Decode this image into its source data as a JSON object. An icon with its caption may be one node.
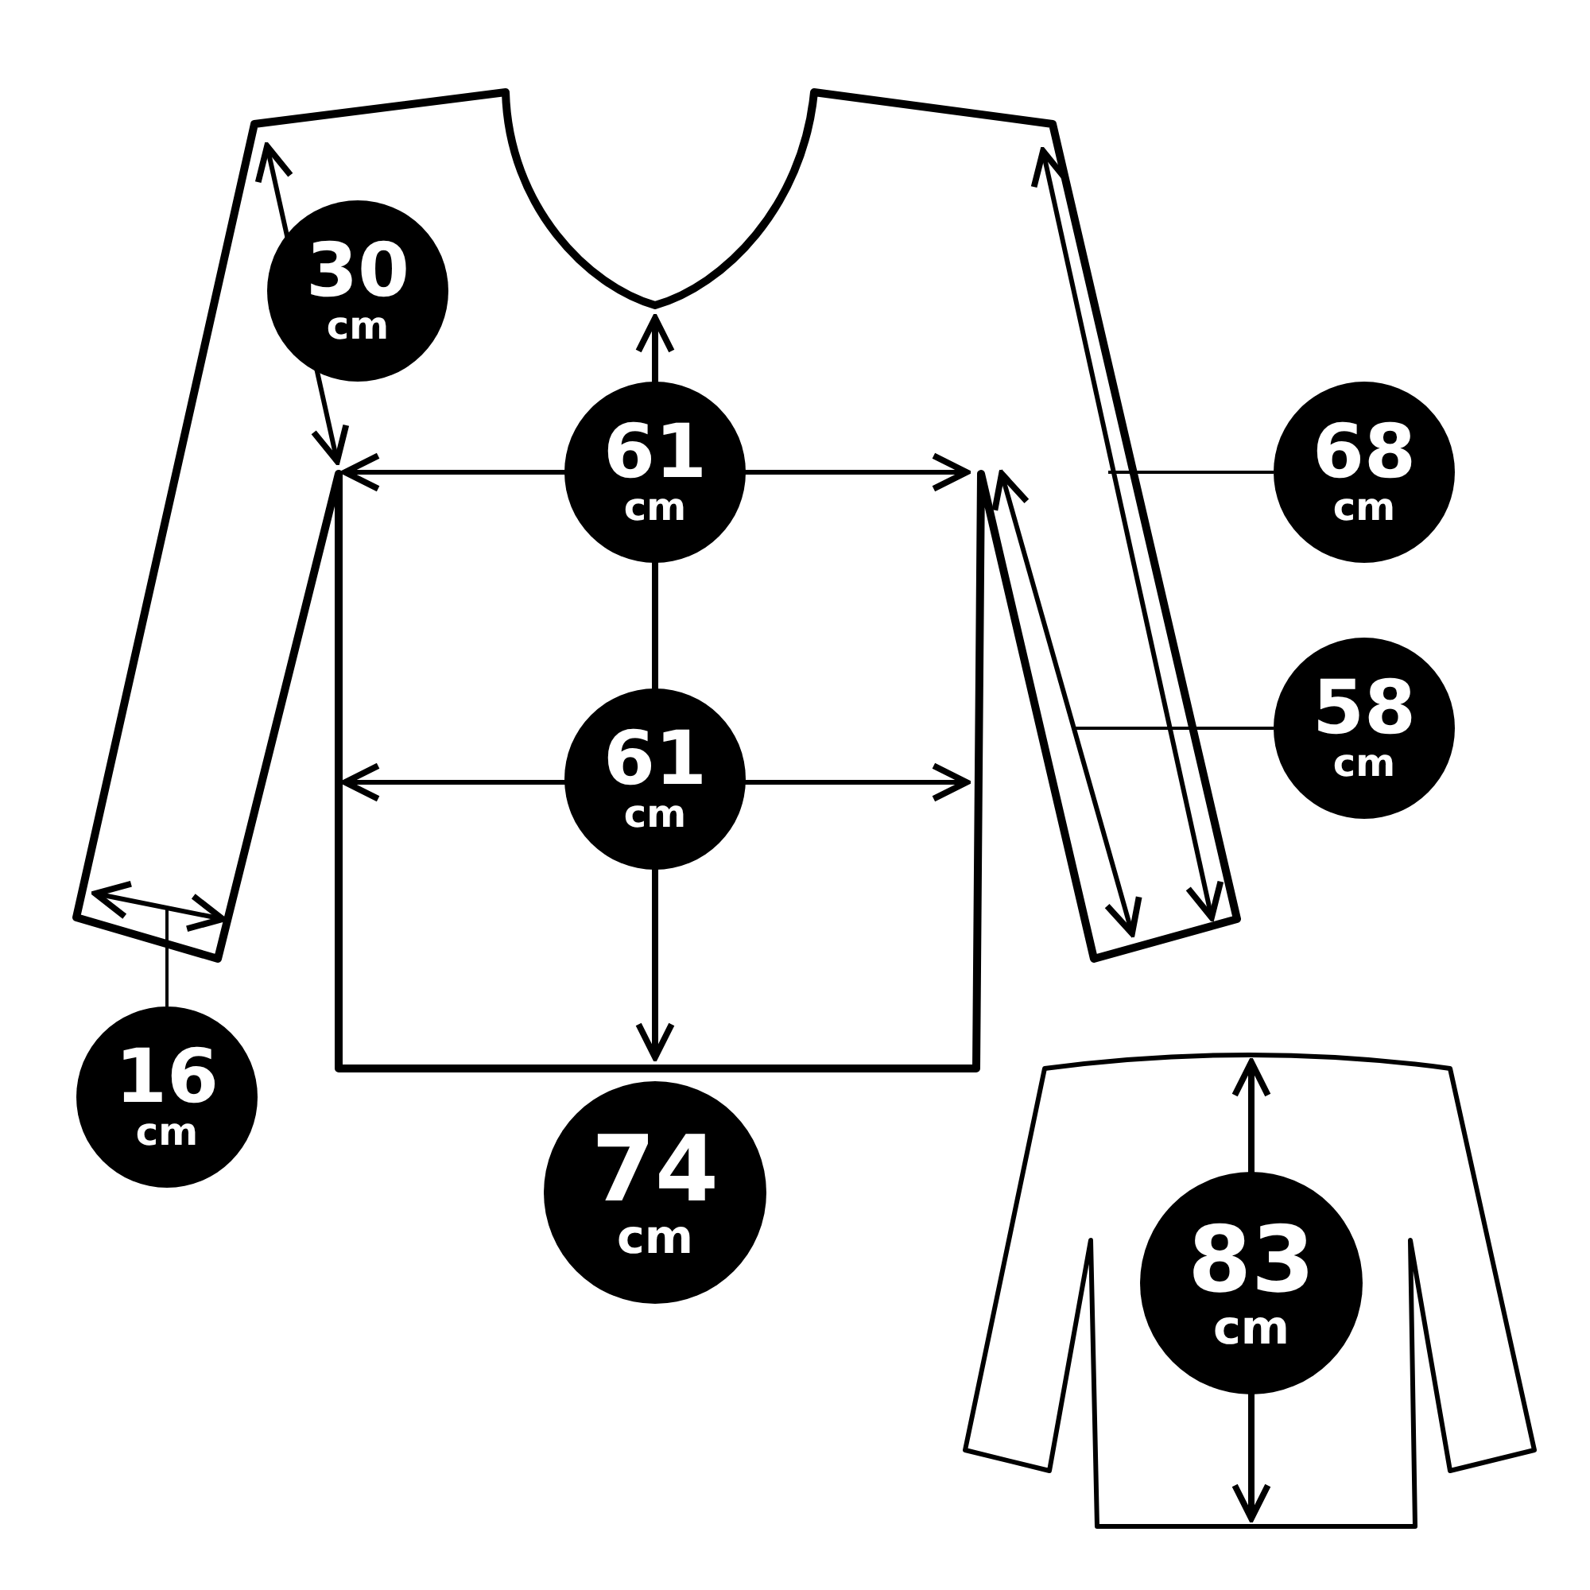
{
  "diagram": {
    "nodes": [
      {
        "text": [
          "30",
          "cm"
        ]
      },
      {
        "text": [
          "61",
          "cm"
        ]
      },
      {
        "text": [
          "68",
          "cm"
        ]
      },
      {
        "text": [
          "61",
          "cm"
        ]
      },
      {
        "text": [
          "58",
          "cm"
        ]
      },
      {
        "text": [
          "16",
          "cm"
        ]
      },
      {
        "text": [
          "74",
          "cm"
        ]
      },
      {
        "text": [
          "83",
          "cm"
        ]
      }
    ],
    "edges": [
      {
        "from": 2,
        "to": null,
        "arrow": "none"
      },
      {
        "from": 4,
        "to": null,
        "arrow": "none"
      },
      {
        "from": 5,
        "to": null,
        "arrow": "none"
      }
    ]
  }
}
